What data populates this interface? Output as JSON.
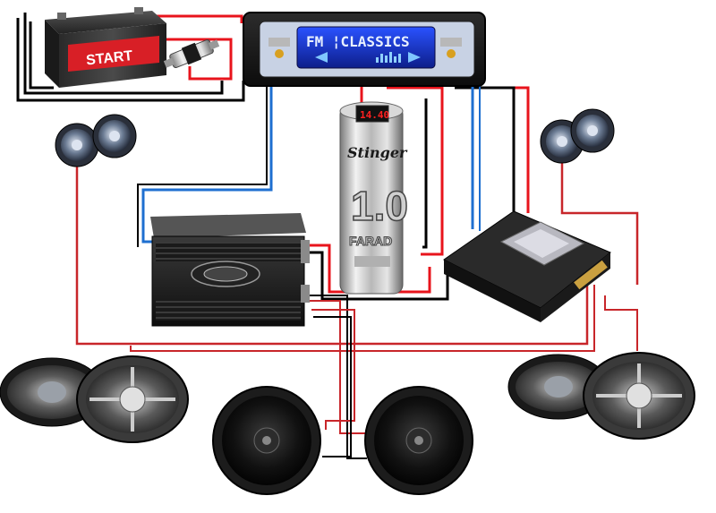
{
  "colors": {
    "power_wire": "#e8141c",
    "ground_wire": "#000000",
    "signal_wire": "#1e6fd0",
    "speaker_wire": "#c8262a",
    "battery_label_bg": "#d81f26",
    "head_unit_display": "#1e3fd6",
    "capacitor_led": "#ff2020"
  },
  "battery": {
    "label": "START",
    "icon": "battery-icon"
  },
  "fuse_holder": {
    "icon": "inline-fuse-icon"
  },
  "head_unit": {
    "display_text": "FM ¦CLASSICS",
    "icon": "head-unit-icon"
  },
  "capacitor": {
    "brand": "Stinger",
    "capacity_value": "1.0",
    "capacity_unit": "FARAD",
    "meter_reading": "14.40",
    "icon": "capacitor-icon"
  },
  "amplifiers": [
    {
      "id": "amp-left",
      "icon": "amplifier-icon"
    },
    {
      "id": "amp-right",
      "icon": "amplifier-icon"
    }
  ],
  "speakers": {
    "tweeters": [
      {
        "id": "tweeter-left",
        "icon": "small-speaker-icon"
      },
      {
        "id": "tweeter-right",
        "icon": "small-speaker-icon"
      }
    ],
    "ovals": [
      {
        "id": "oval-speaker-left",
        "icon": "oval-speaker-icon"
      },
      {
        "id": "oval-speaker-right",
        "icon": "oval-speaker-icon"
      }
    ],
    "subwoofers": [
      {
        "id": "subwoofer-left",
        "icon": "subwoofer-icon"
      },
      {
        "id": "subwoofer-right",
        "icon": "subwoofer-icon"
      }
    ]
  }
}
